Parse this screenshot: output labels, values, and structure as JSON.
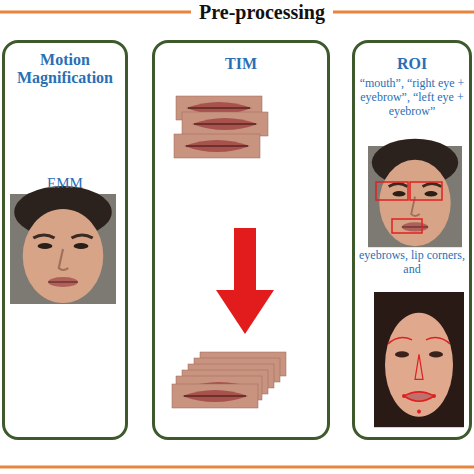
{
  "diagram": {
    "title": "Pre-processing",
    "nodes": [
      {
        "text": [
          "Motion Magnification",
          "EMM"
        ]
      },
      {
        "text": [
          "TIM"
        ]
      },
      {
        "text": [
          "ROI",
          "“mouth”, “right eye + eyebrow”, “left eye + eyebrow”",
          "eyebrows, lip corners, and"
        ]
      }
    ]
  }
}
